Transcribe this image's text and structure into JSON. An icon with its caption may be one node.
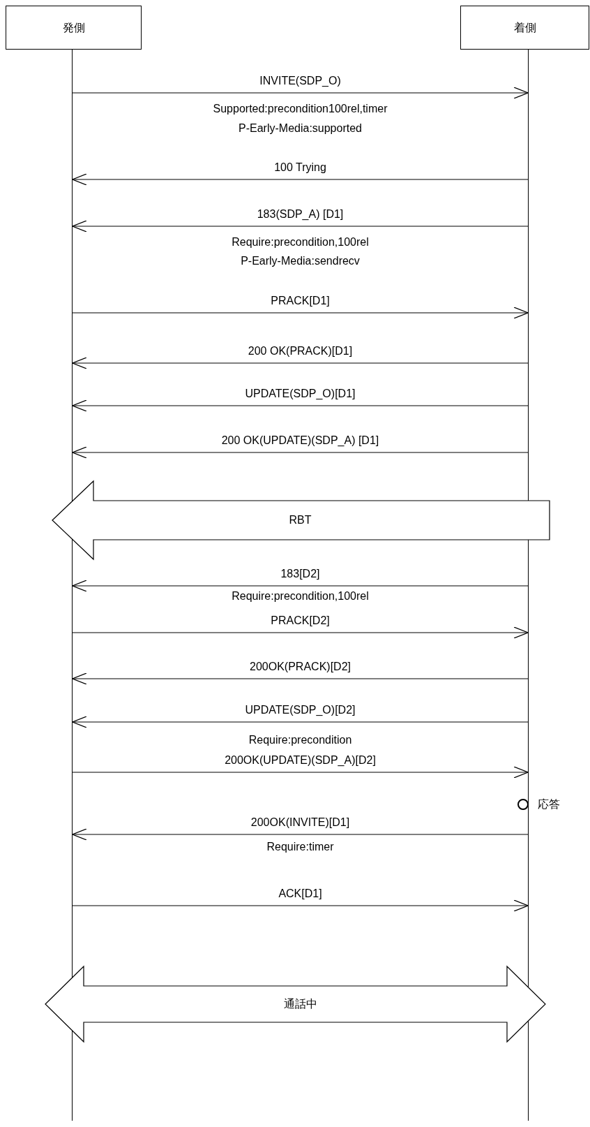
{
  "diagram": {
    "nodes": [
      {
        "text": [
          "発側"
        ]
      },
      {
        "text": [
          "着側"
        ]
      },
      {
        "text": [],
        "shape": "line"
      },
      {
        "text": [],
        "shape": "line"
      },
      {
        "text": [],
        "shape": "circle",
        "beside": [
          "応答"
        ]
      }
    ],
    "edges": [
      {
        "from": 2,
        "to": 3,
        "arrow": "to",
        "label": "INVITE(SDP_O)"
      },
      {
        "from": 3,
        "to": 2,
        "arrow": "to",
        "label": "100 Trying"
      },
      {
        "from": 3,
        "to": 2,
        "arrow": "to",
        "label": "183(SDP_A) [D1]"
      },
      {
        "from": 2,
        "to": 3,
        "arrow": "to",
        "label": "PRACK[D1]"
      },
      {
        "from": 3,
        "to": 2,
        "arrow": "to",
        "label": "200 OK(PRACK)[D1]"
      },
      {
        "from": 3,
        "to": 2,
        "arrow": "to",
        "label": "UPDATE(SDP_O)[D1]"
      },
      {
        "from": 3,
        "to": 2,
        "arrow": "to",
        "label": "200 OK(UPDATE)(SDP_A) [D1]"
      },
      {
        "from": 3,
        "to": 2,
        "arrow": "to",
        "label": "RBT",
        "style": "thick"
      },
      {
        "from": 3,
        "to": 2,
        "arrow": "to",
        "label": "183[D2]"
      },
      {
        "from": 2,
        "to": 3,
        "arrow": "to",
        "label": "PRACK[D2]"
      },
      {
        "from": 3,
        "to": 2,
        "arrow": "to",
        "label": "200OK(PRACK)[D2]"
      },
      {
        "from": 3,
        "to": 2,
        "arrow": "to",
        "label": "UPDATE(SDP_O)[D2]"
      },
      {
        "from": 2,
        "to": 3,
        "arrow": "to",
        "label": "200OK(UPDATE)(SDP_A)[D2]"
      },
      {
        "from": 3,
        "to": 2,
        "arrow": "to",
        "label": "200OK(INVITE)[D1]"
      },
      {
        "from": 2,
        "to": 3,
        "arrow": "to",
        "label": "ACK[D1]"
      },
      {
        "from": 2,
        "to": 3,
        "arrow": "both",
        "label": "通話中",
        "style": "thick"
      }
    ],
    "labels": [
      "Supported:precondition100rel,timer",
      "P-Early-Media:supported",
      "Require:precondition,100rel",
      "P-Early-Media:sendrecv",
      "Require:precondition,100rel",
      "Require:precondition",
      "Require:timer"
    ]
  }
}
